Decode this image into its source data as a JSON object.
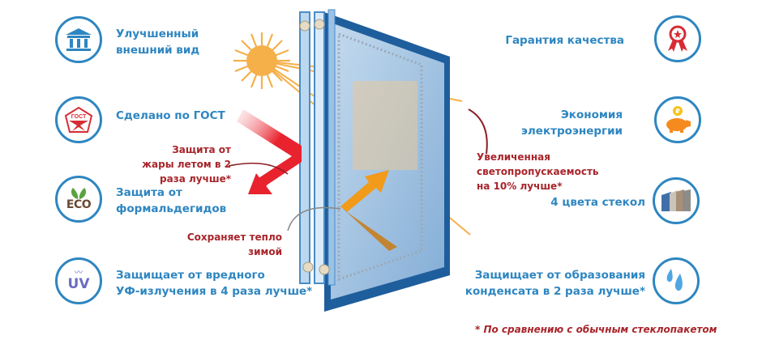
{
  "features_left": [
    {
      "id": "appearance",
      "label": "Улучшенный\nвнешний вид",
      "icon": "building-columns-icon"
    },
    {
      "id": "gost",
      "label": "Сделано по ГОСТ",
      "icon": "gost-mark-icon",
      "icon_text": "ГОСТ"
    },
    {
      "id": "formaldehyde",
      "label": "Защита от\nформальдегидов",
      "icon": "eco-leaves-icon",
      "icon_text": "ECO"
    },
    {
      "id": "uv",
      "label": "Защищает от вредного\nУФ-излучения  в 4 раза лучше*",
      "icon": "uv-icon",
      "icon_text": "UV"
    }
  ],
  "features_right": [
    {
      "id": "quality",
      "label": "Гарантия качества",
      "icon": "award-ribbon-icon"
    },
    {
      "id": "energy",
      "label": "Экономия\nэлектроэнергии",
      "icon": "piggy-bank-icon",
      "icon_text": "₽"
    },
    {
      "id": "colors",
      "label": "4 цвета стекол",
      "icon": "glass-colors-icon"
    },
    {
      "id": "condensate",
      "label": "Защищает от  образования\nконденсата в 2 раза лучше*",
      "icon": "water-drops-icon"
    }
  ],
  "callouts": {
    "heat": "Защита от\nжары летом в 2\nраза лучше*",
    "warm": "Сохраняет тепло\nзимой",
    "light": "Увеличенная\nсветопропускаемость\nна 10% лучше*"
  },
  "footnote": "* По сравнению с обычным стеклопакетом",
  "colors": {
    "primary_blue": "#2e86c1",
    "callout_red": "#a8252b",
    "sun_orange": "#f5b04a",
    "arrow_red": "#e8232e",
    "arrow_orange": "#f29a1a"
  }
}
